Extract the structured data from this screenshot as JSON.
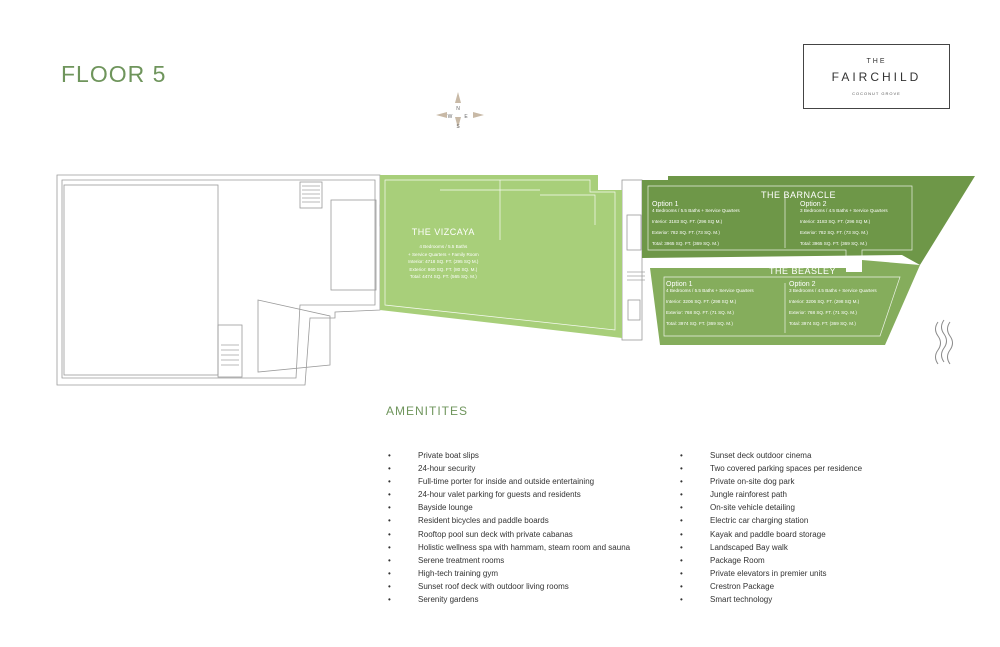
{
  "floor_title": "FLOOR 5",
  "logo": {
    "the": "THE",
    "name": "FAIRCHILD",
    "sub": "COCONUT GROVE"
  },
  "compass": {
    "n": "N",
    "e": "E",
    "s": "S",
    "w": "W"
  },
  "colors": {
    "accent": "#6f955c",
    "vizcaya_fill": "#a8cf7a",
    "barnacle_fill": "#6e9748",
    "beasley_fill": "#85ad5c",
    "outline": "#9a9a9a"
  },
  "units": {
    "vizcaya": {
      "name": "THE VIZCAYA",
      "lines": [
        "4 Bedrooms / 5.5 Baths",
        "+ Service Quarters + Family Room",
        "Interior: 4718 SQ. FT. (295 SQ M.)",
        "Exterior: 860 SQ. FT. (80 SQ. M.)",
        "Total: 4474 SQ. FT. (565 SQ. M.)"
      ]
    },
    "barnacle": {
      "name": "THE BARNACLE",
      "options": [
        {
          "title": "Option 1",
          "beds": "4 Bedrooms / 5.5 Baths + Service Quarters",
          "interior": "Interior: 3183 SQ. FT. (296 SQ M.)",
          "exterior": "Exterior: 782 SQ. FT. (73 SQ. M.)",
          "total": "Total: 3965 SQ. FT. (369 SQ. M.)"
        },
        {
          "title": "Option 2",
          "beds": "3 Bedrooms / 4.5 Baths + Service Quarters",
          "interior": "Interior: 3183 SQ. FT. (296 SQ M.)",
          "exterior": "Exterior: 782 SQ. FT. (73 SQ. M.)",
          "total": "Total: 3965 SQ. FT. (369 SQ. M.)"
        }
      ]
    },
    "beasley": {
      "name": "THE BEASLEY",
      "options": [
        {
          "title": "Option 1",
          "beds": "4 Bedrooms / 5.5 Baths + Service Quarters",
          "interior": "Interior: 3206 SQ. FT. (298 SQ M.)",
          "exterior": "Exterior: 768 SQ. FT. (71 SQ. M.)",
          "total": "Total: 3974 SQ. FT. (369 SQ. M.)"
        },
        {
          "title": "Option 2",
          "beds": "3 Bedrooms / 4.5 Baths + Service Quarters",
          "interior": "Interior: 3206 SQ. FT. (298 SQ M.)",
          "exterior": "Exterior: 768 SQ. FT. (71 SQ. M.)",
          "total": "Total: 3974 SQ. FT. (369 SQ. M.)"
        }
      ]
    }
  },
  "amenities": {
    "title": "AMENITITES",
    "bullet": "•",
    "left": [
      "Private boat slips",
      "24-hour security",
      "Full-time porter for inside and outside entertaining",
      "24-hour valet parking for guests and residents",
      "Bayside lounge",
      "Resident bicycles and paddle boards",
      "Rooftop pool sun deck with private cabanas",
      "Holistic wellness spa with hammam, steam room and sauna",
      "Serene treatment rooms",
      "High-tech training gym",
      "Sunset roof deck with outdoor living rooms",
      "Serenity gardens"
    ],
    "right": [
      "Sunset deck outdoor cinema",
      "Two covered parking spaces per residence",
      "Private on-site dog park",
      "Jungle rainforest path",
      "On-site vehicle detailing",
      "Electric car charging station",
      "Kayak and paddle board storage",
      "Landscaped Bay walk",
      "Package Room",
      "Private elevators in premier units",
      "Crestron Package",
      "Smart technology"
    ]
  }
}
